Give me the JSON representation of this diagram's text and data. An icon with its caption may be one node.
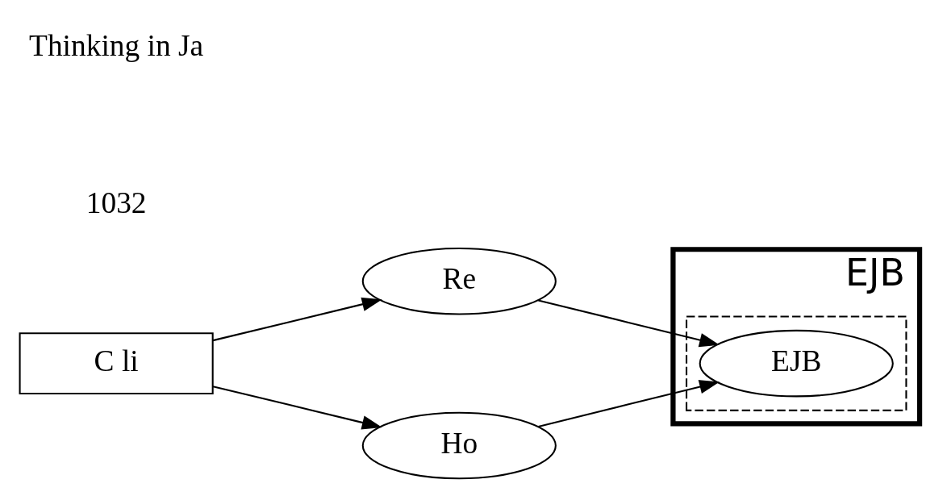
{
  "diagram": {
    "nodes": [
      {
        "text": [
          "EJB"
        ]
      },
      {
        "text": [],
        "shape": "box",
        "in": 0
      },
      {
        "text": [
          "Re"
        ]
      },
      {
        "text": [
          "EJB"
        ],
        "in": 1
      },
      {
        "text": [
          "C li"
        ]
      },
      {
        "text": [
          "Ho"
        ]
      }
    ],
    "edges": [
      {
        "from": 4,
        "to": 2,
        "arrow": "to"
      },
      {
        "from": 4,
        "to": 5,
        "arrow": "to"
      },
      {
        "from": 2,
        "to": 3,
        "arrow": "to"
      },
      {
        "from": 5,
        "to": 3,
        "arrow": "to"
      }
    ],
    "labels": [
      "1032",
      "Thinking in Ja"
    ]
  }
}
